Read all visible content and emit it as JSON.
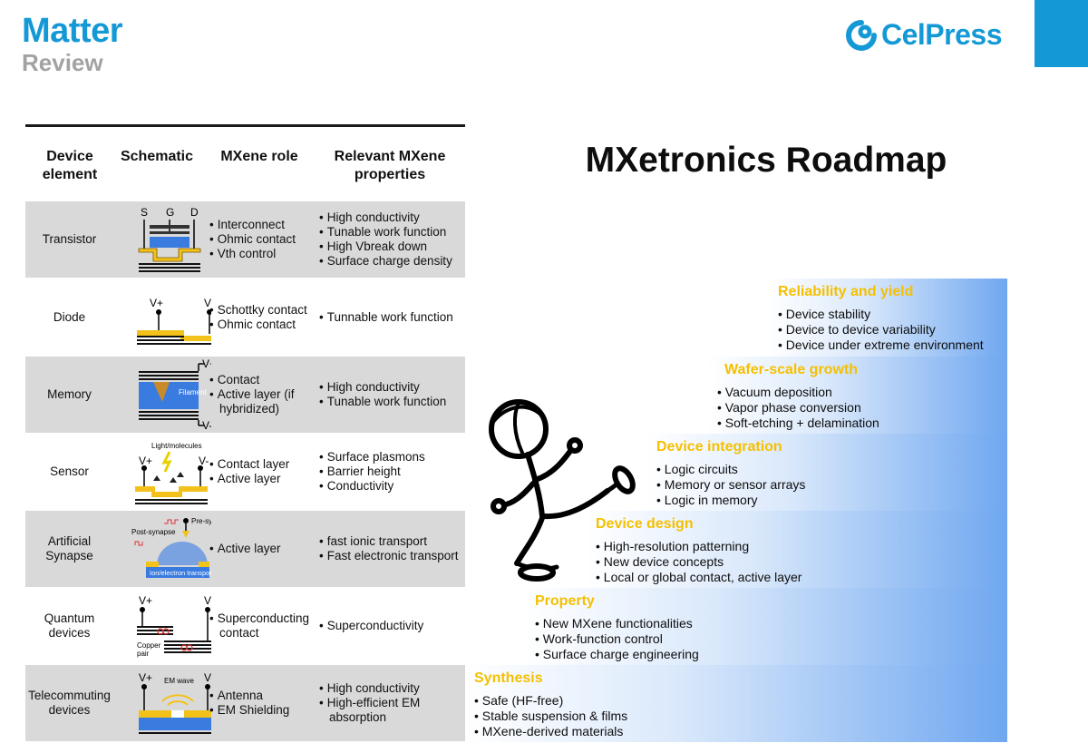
{
  "header": {
    "journal": "Matter",
    "article_type": "Review",
    "publisher": "CelPress"
  },
  "table": {
    "headers": {
      "device": "Device element",
      "schematic": "Schematic",
      "role": "MXene role",
      "properties": "Relevant MXene properties"
    },
    "rows": [
      {
        "device": "Transistor",
        "role": [
          "Interconnect",
          "Ohmic contact",
          "Vth control"
        ],
        "properties": [
          "High conductivity",
          "Tunable work function",
          "High Vbreak down",
          "Surface charge density"
        ]
      },
      {
        "device": "Diode",
        "role": [
          "Schottky contact",
          "Ohmic contact"
        ],
        "properties": [
          "Tunnable work function"
        ]
      },
      {
        "device": "Memory",
        "role": [
          "Contact",
          "Active layer (if",
          "hybridized)"
        ],
        "properties": [
          "High conductivity",
          "Tunable work function"
        ]
      },
      {
        "device": "Sensor",
        "role": [
          "Contact layer",
          "Active layer"
        ],
        "properties": [
          "Surface plasmons",
          "Barrier height",
          "Conductivity"
        ]
      },
      {
        "device": "Artificial Synapse",
        "role": [
          "Active layer"
        ],
        "properties": [
          "fast ionic transport",
          "Fast electronic transport"
        ]
      },
      {
        "device": "Quantum devices",
        "role": [
          "Superconducting",
          "contact"
        ],
        "properties": [
          "Superconductivity"
        ]
      },
      {
        "device": "Telecommuting devices",
        "role": [
          "Antenna",
          "EM Shielding"
        ],
        "properties": [
          "High conductivity",
          "High-efficient EM",
          "absorption"
        ]
      }
    ],
    "schematic_labels": {
      "transistor": [
        "S",
        "G",
        "D"
      ],
      "diode": [
        "V+",
        "V-"
      ],
      "memory": [
        "V+",
        "Filament",
        "V-"
      ],
      "sensor": [
        "Light/molecules",
        "V+",
        "V-"
      ],
      "synapse": [
        "Pre-synapse",
        "Post-synapse",
        "Ion/electron transport"
      ],
      "quantum": [
        "V+",
        "V-",
        "Copper",
        "pair"
      ],
      "telecom": [
        "V+",
        "EM wave",
        "V-"
      ]
    }
  },
  "roadmap": {
    "title": "MXetronics Roadmap",
    "steps": [
      {
        "title": "Synthesis",
        "items": [
          "Safe (HF-free)",
          "Stable suspension & films",
          "MXene-derived materials"
        ]
      },
      {
        "title": "Property",
        "items": [
          "New MXene functionalities",
          "Work-function control",
          "Surface charge engineering"
        ]
      },
      {
        "title": "Device design",
        "items": [
          "High-resolution patterning",
          "New device concepts",
          "Local or global contact, active layer"
        ]
      },
      {
        "title": "Device integration",
        "items": [
          "Logic circuits",
          "Memory or sensor arrays",
          "Logic in memory"
        ]
      },
      {
        "title": "Wafer-scale growth",
        "items": [
          "Vacuum deposition",
          "Vapor phase conversion",
          "Soft-etching + delamination"
        ]
      },
      {
        "title": "Reliability and yield",
        "items": [
          "Device stability",
          "Device to device variability",
          "Device under extreme environment"
        ]
      }
    ]
  },
  "colors": {
    "brand_blue": "#1499d6",
    "review_gray": "#a2a2a2",
    "step_title_yellow": "#f5c000",
    "step_blue": "#6fa7f0",
    "row_shade": "#d9d9d9",
    "mxene_yellow": "#f2c21b",
    "channel_blue": "#3a7be0"
  }
}
